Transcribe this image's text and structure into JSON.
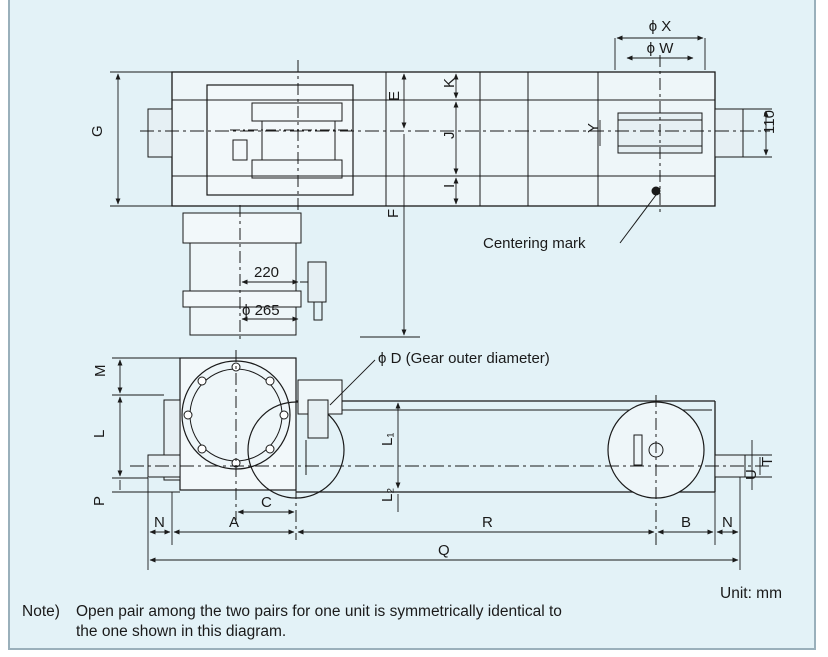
{
  "labels": {
    "phi_x": "ϕ X",
    "phi_w": "ϕ W",
    "g": "G",
    "e": "E",
    "k": "K",
    "j": "J",
    "y": "Y",
    "i": "I",
    "f": "F",
    "d110": "110",
    "centering_mark": "Centering mark",
    "d220": "220",
    "phi_265": "ϕ 265",
    "phi_d": "ϕ D (Gear outer diameter)",
    "m": "M",
    "l": "L",
    "l1": "L₁",
    "l2": "L₂",
    "p": "P",
    "u": "U",
    "t": "T",
    "n_left": "N",
    "a": "A",
    "c": "C",
    "r": "R",
    "b": "B",
    "n_right": "N",
    "q": "Q"
  },
  "footer": {
    "unit": "Unit: mm",
    "note_prefix": "Note)",
    "note_line1": "Open pair among the two pairs for one unit is symmetrically identical to",
    "note_line2": "the one shown in this diagram."
  }
}
